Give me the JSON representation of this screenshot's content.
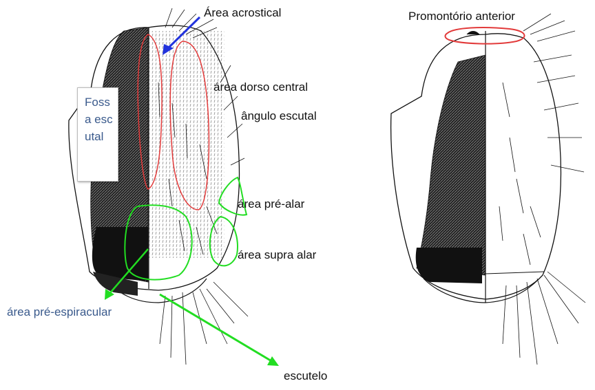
{
  "labels": {
    "area_acrostical": "Área acrostical",
    "area_dorso_central": "área dorso central",
    "angulo_escutal": "ângulo escutal",
    "fossa_escutal": "Fossa escutal",
    "area_pre_alar": "área pré-alar",
    "area_supra_alar": "área supra alar",
    "area_pre_espiracular": "área pré-espiracular",
    "escutelo": "escutelo",
    "promontorio_anterior": "Promontório anterior"
  },
  "colors": {
    "red_outline": "#e23a3a",
    "green_outline": "#22dd22",
    "blue_arrow": "#2233dd",
    "dark_label": "#3a5a8c"
  }
}
